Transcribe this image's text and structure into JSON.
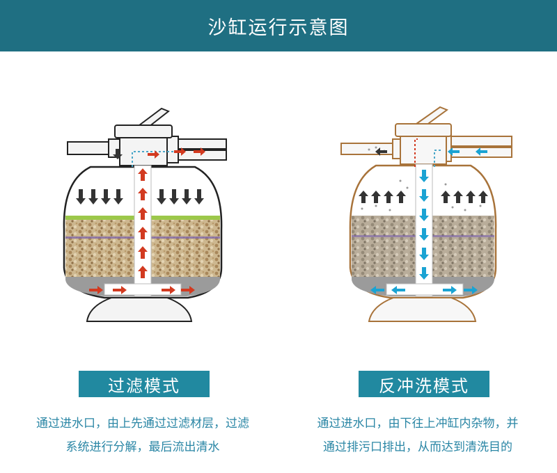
{
  "header": {
    "title": "沙缸运行示意图"
  },
  "colors": {
    "header_bg": "#1f6f82",
    "label_bg": "#2189a0",
    "text_accent": "#2a86a5",
    "filter_arrow": "#d23a20",
    "backwash_arrow": "#1aa3d3",
    "down_arrow": "#333333",
    "tank_outline_left": "#222222",
    "tank_outline_right": "#a8733a"
  },
  "modes": [
    {
      "label": "过滤模式",
      "description_lines": [
        "通过进水口，由上先通过过滤材层，过滤",
        "系统进行分解，最后流出清水"
      ]
    },
    {
      "label": "反冲洗模式",
      "description_lines": [
        "通过进水口，由下往上冲缸内杂物，并",
        "通过排污口排出，从而达到清洗目的"
      ]
    }
  ]
}
